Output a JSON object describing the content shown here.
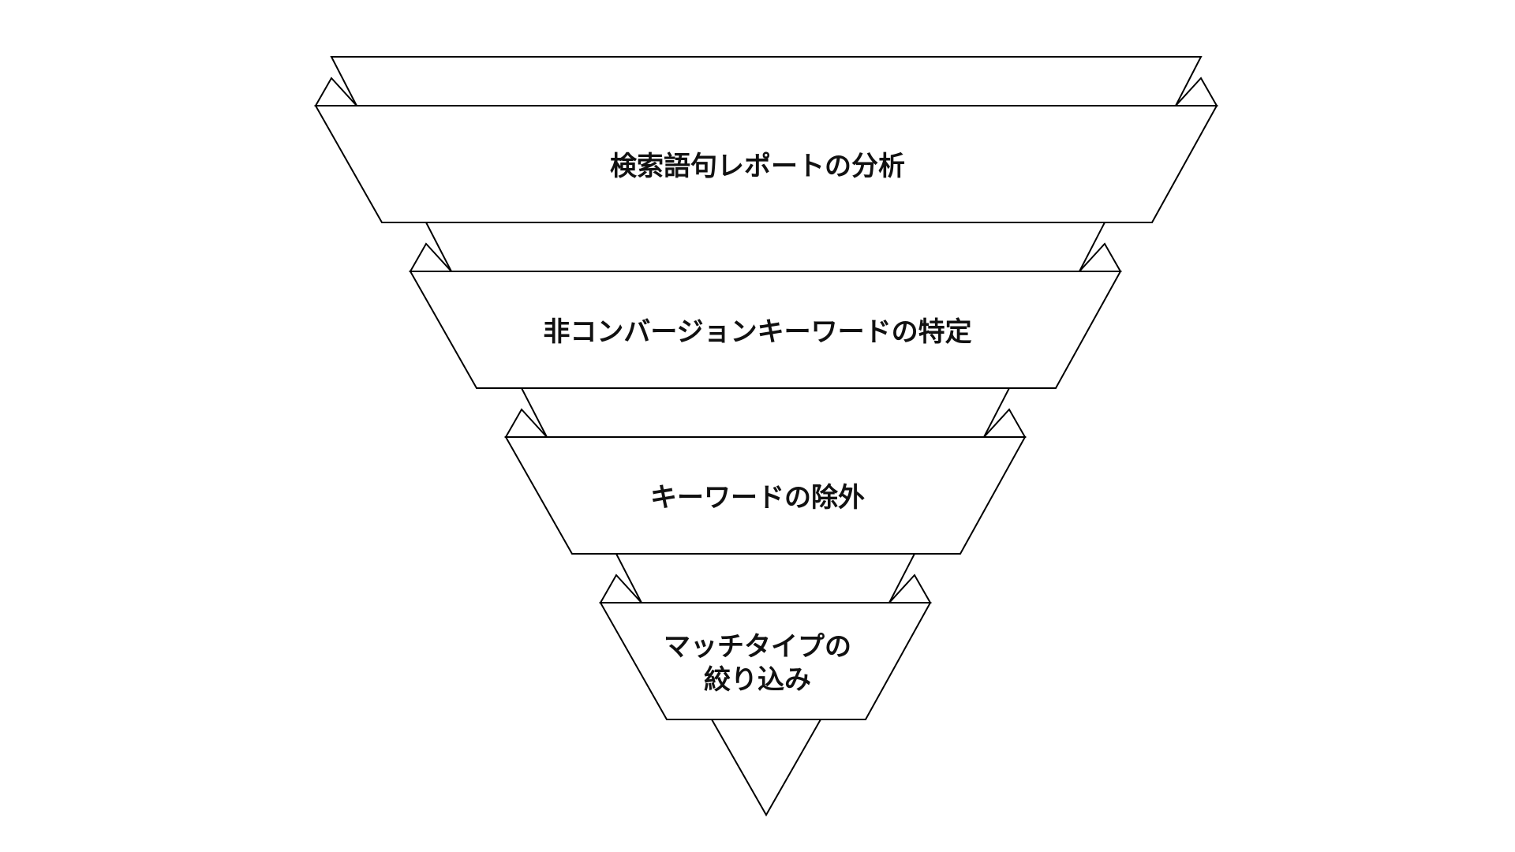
{
  "diagram": {
    "type": "inverted-funnel",
    "line_color": "#000000",
    "fill_color": "#ffffff",
    "stages": [
      {
        "lines": [
          "検索語句レポートの分析"
        ]
      },
      {
        "lines": [
          "非コンバージョンキーワードの特定"
        ]
      },
      {
        "lines": [
          "キーワードの除外"
        ]
      },
      {
        "lines": [
          "マッチタイプの",
          "絞り込み"
        ]
      }
    ]
  }
}
